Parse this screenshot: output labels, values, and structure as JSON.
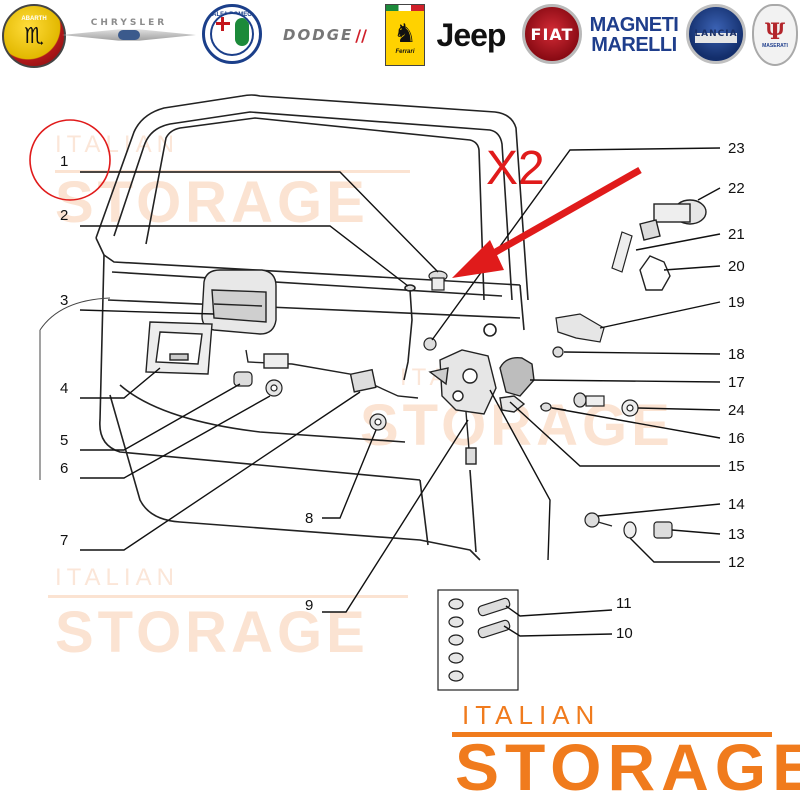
{
  "brands": [
    {
      "name": "Abarth",
      "label": "ABARTH",
      "glyph": "♏"
    },
    {
      "name": "Chrysler",
      "label": "CHRYSLER"
    },
    {
      "name": "Alfa Romeo",
      "label": "ALFA ROMEO"
    },
    {
      "name": "Dodge",
      "label": "DODGE",
      "stripes": "//"
    },
    {
      "name": "Ferrari",
      "label": "Ferrari",
      "glyph": "♞"
    },
    {
      "name": "Jeep",
      "label": "Jeep"
    },
    {
      "name": "Fiat",
      "label": "FIAT"
    },
    {
      "name": "Magneti Marelli",
      "label_line1": "MAGNETI",
      "label_line2": "MARELLI"
    },
    {
      "name": "Lancia",
      "label": "LANCIA"
    },
    {
      "name": "Maserati",
      "label": "MASERATI",
      "glyph": "Ψ"
    }
  ],
  "highlight": {
    "multiplier": "X2",
    "color": "#e01b1b",
    "circled_part": "1"
  },
  "callouts": [
    {
      "number": "1"
    },
    {
      "number": "2"
    },
    {
      "number": "3"
    },
    {
      "number": "4"
    },
    {
      "number": "5"
    },
    {
      "number": "6"
    },
    {
      "number": "7"
    },
    {
      "number": "8"
    },
    {
      "number": "9"
    },
    {
      "number": "10"
    },
    {
      "number": "11"
    },
    {
      "number": "12"
    },
    {
      "number": "13"
    },
    {
      "number": "14"
    },
    {
      "number": "15"
    },
    {
      "number": "16"
    },
    {
      "number": "17"
    },
    {
      "number": "18"
    },
    {
      "number": "19"
    },
    {
      "number": "20"
    },
    {
      "number": "21"
    },
    {
      "number": "22"
    },
    {
      "number": "23"
    },
    {
      "number": "24"
    }
  ],
  "watermark": {
    "line1": "ITALIAN",
    "line2": "STORAGE",
    "color": "#fbe3d2"
  },
  "logo": {
    "line1": "ITALIAN",
    "line2": "STORAGE",
    "color": "#f07b1d"
  }
}
